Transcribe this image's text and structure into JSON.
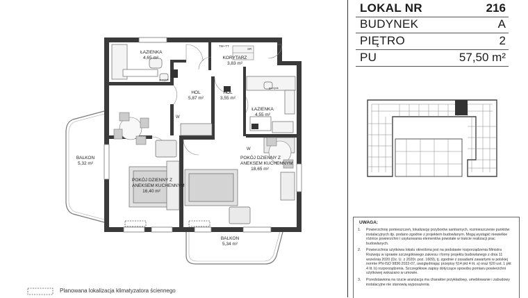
{
  "info": {
    "lokal_label": "LOKAL NR",
    "lokal_value": "216",
    "budynek_label": "BUDYNEK",
    "budynek_value": "A",
    "pietro_label": "PIĘTRO",
    "pietro_value": "2",
    "pu_label": "PU",
    "pu_value": "57,50 m²"
  },
  "rooms": {
    "lazienka1_name": "ŁAZIENKA",
    "lazienka1_area": "4,65 m²",
    "korytarz_name": "KORYTARZ",
    "korytarz_area": "3,83 m²",
    "hol1_name": "HOL",
    "hol1_area": "5,87 m²",
    "hol2_name": "HOL",
    "hol2_area": "3,55 m²",
    "lazienka2_name": "ŁAZIENKA",
    "lazienka2_area": "4,55 m²",
    "pokoj1_name_1": "POKÓJ DZIENNY Z",
    "pokoj1_name_2": "ANEKSEM KUCHENNYM",
    "pokoj1_area": "16,40 m²",
    "pokoj2_name_1": "POKÓJ DZIENNY Z",
    "pokoj2_name_2": "ANEKSEM KUCHENNYM",
    "pokoj2_area": "18,65 m²",
    "balkon1_name": "BALKON",
    "balkon1_area": "5,32 m²",
    "balkon2_name": "BALKON",
    "balkon2_area": "5,34 m²",
    "tag_tmtt": "TM+TT",
    "tag_sr": "SR",
    "tag_w1": "W",
    "tag_w2": "W",
    "tag_grzejnik1": "grzejnik",
    "tag_grzejnik2": "grzejnik"
  },
  "legend": {
    "text": "Planowana lokalizacja klimatyzatora ściennego"
  },
  "notes": {
    "title": "UWAGA:",
    "items": [
      {
        "num": "1.",
        "text": "Powierzchnię pomieszczeń, lokalizację przyborów sanitarnych, rozmieszczenie punktów instalacyjnych itp. podano zgodnie z projektem budowlanym. Mogą wystąpić niewielkie różnice powierzchni i usytuowania elementów powstałe w trakcie realizacji prac budowlanych."
      },
      {
        "num": "2.",
        "text": "Powierzchnia użytkowa lokalu określona jest na podstawie rozporządzenia Ministra Rozwoju w sprawie szczegółowego zakresu i formy projektu budowlanego z dnia 11 września 2020 (Dz. U. z 2020r. poz. 1609), tj. zgodnie z zasadami zawartymi w polskiej normie PN-ISO 9836:2022-07, uwzględniając przepisy §14 pkt 4 lit. a) oraz §20 ust. 1 pkt 4 lit. b) rozporządzenia. Szczegółowe zapisy dotyczące sposobu pomiaru powierzchni użytkowej wskazano w umowie."
      },
      {
        "num": "3.",
        "text": "Przedstawiona na rzucie aranżacja ma charakter przykładowy, umeblowanie i zabudowy instalacyjne nie stanowią wyposażenia"
      }
    ]
  }
}
